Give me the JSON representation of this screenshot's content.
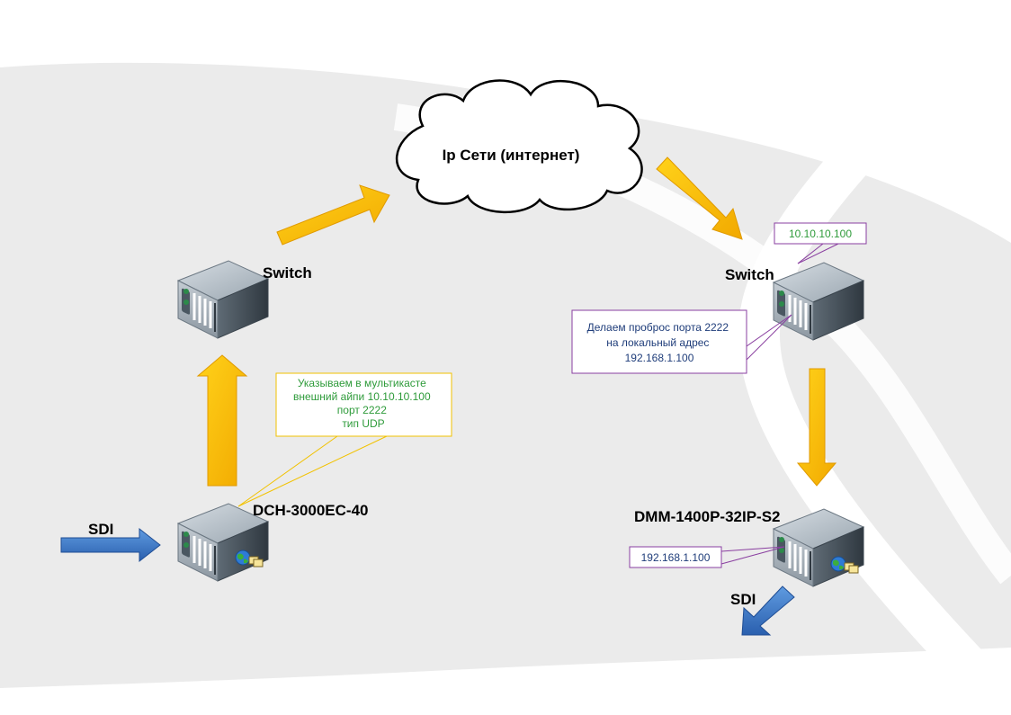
{
  "cloud": {
    "label": "Ip Сети (интернет)"
  },
  "devices": {
    "switch_left": {
      "label": "Switch"
    },
    "switch_right": {
      "label": "Switch"
    },
    "encoder": {
      "label": "DCH-3000EC-40"
    },
    "decoder": {
      "label": "DMM-1400P-32IP-S2"
    }
  },
  "signals": {
    "sdi_in": "SDI",
    "sdi_out": "SDI"
  },
  "callouts": {
    "encoder_note": {
      "lines": [
        "Указываем в мультикасте",
        "внешний айпи 10.10.10.100",
        "порт 2222",
        "тип  UDP"
      ],
      "color": "#2e9b3a",
      "border": "#f2c200"
    },
    "switch_ip": {
      "text": "10.10.10.100",
      "color": "#2e9b3a",
      "border": "#8a3fa0"
    },
    "port_forward_note": {
      "lines": [
        "Делаем проброс порта 2222",
        "на локальный адрес",
        "192.168.1.100"
      ],
      "color": "#1f3d7a",
      "border": "#8a3fa0"
    },
    "decoder_ip": {
      "text": "192.168.1.100",
      "color": "#1f3d7a",
      "border": "#8a3fa0"
    }
  },
  "colors": {
    "background": "#ebebeb",
    "flow_arrow": "#f5b800",
    "sdi_arrow": "#3b78c9"
  },
  "icons": {
    "server": "rack-server-icon",
    "network": "globe-network-icon",
    "cloud": "cloud-icon"
  }
}
